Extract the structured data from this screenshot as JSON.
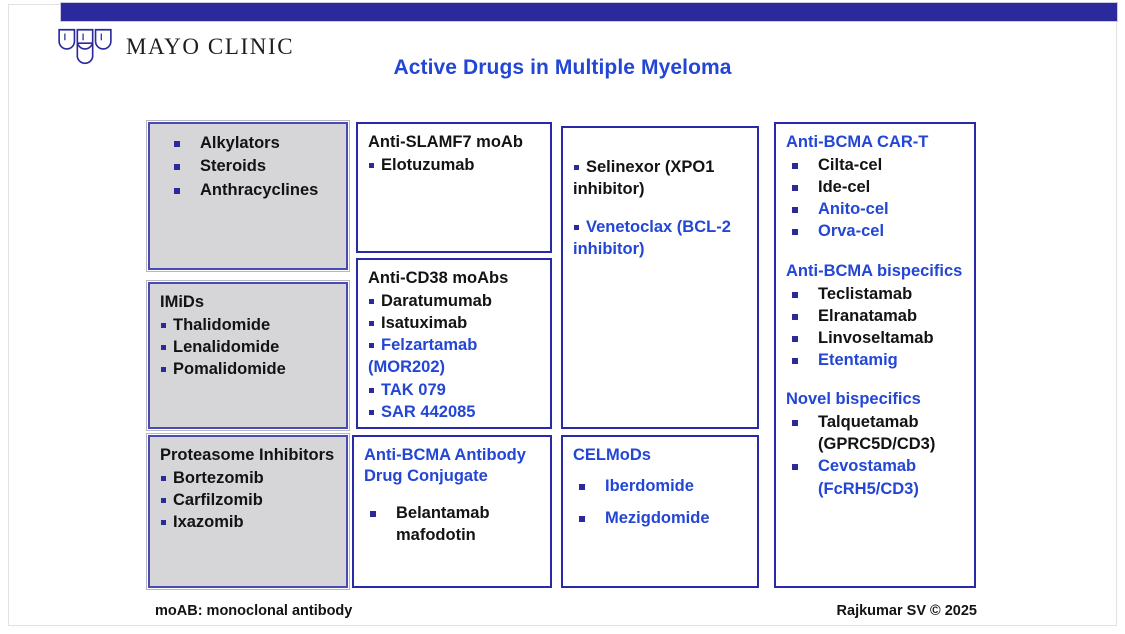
{
  "brand": {
    "logo_text": "MAYO CLINIC",
    "logo_icon": "mayo-shields-icon",
    "banner_color": "#2a2a9c"
  },
  "title": "Active Drugs in Multiple Myeloma",
  "colors": {
    "accent_blue": "#2346d4",
    "border_blue": "#2a2aa8",
    "gray_fill": "#d6d6d8",
    "text_black": "#131313"
  },
  "columns": [
    {
      "id": "column-1",
      "boxes": [
        {
          "id": "box-conventional-agents",
          "fill": "gray",
          "header": null,
          "items": [
            {
              "text": "Alkylators",
              "color": "black"
            },
            {
              "text": "Steroids",
              "color": "black"
            },
            {
              "text": "Anthracyclines",
              "color": "black"
            }
          ]
        },
        {
          "id": "box-imids",
          "fill": "gray",
          "header": {
            "text": "IMiDs",
            "color": "black"
          },
          "items": [
            {
              "text": "Thalidomide",
              "color": "black"
            },
            {
              "text": "Lenalidomide",
              "color": "black"
            },
            {
              "text": "Pomalidomide",
              "color": "black"
            }
          ]
        },
        {
          "id": "box-proteasome-inhibitors",
          "fill": "gray",
          "header": {
            "text": "Proteasome Inhibitors",
            "color": "black"
          },
          "items": [
            {
              "text": "Bortezomib",
              "color": "black"
            },
            {
              "text": "Carfilzomib",
              "color": "black"
            },
            {
              "text": "Ixazomib",
              "color": "black"
            }
          ]
        }
      ]
    },
    {
      "id": "column-2",
      "boxes": [
        {
          "id": "box-anti-slamf7-moab",
          "fill": "white",
          "header": {
            "text": "Anti-SLAMF7 moAb",
            "color": "black"
          },
          "items": [
            {
              "text": "Elotuzumab",
              "color": "black"
            }
          ]
        },
        {
          "id": "box-anti-cd38-moabs",
          "fill": "white",
          "header": {
            "text": "Anti-CD38 moAbs",
            "color": "black"
          },
          "items": [
            {
              "text": "Daratumumab",
              "color": "black"
            },
            {
              "text": "Isatuximab",
              "color": "black"
            },
            {
              "text": "Felzartamab",
              "color": "blue"
            },
            {
              "text": "(MOR202)",
              "color": "blue",
              "continuation": true
            },
            {
              "text": "TAK 079",
              "color": "blue"
            },
            {
              "text": "SAR 442085",
              "color": "blue"
            }
          ]
        },
        {
          "id": "box-anti-bcma-adc",
          "fill": "white",
          "header": {
            "text": "Anti-BCMA Antibody Drug Conjugate",
            "color": "blue"
          },
          "items": [
            {
              "text": "Belantamab",
              "color": "black"
            },
            {
              "text": "mafodotin",
              "color": "black",
              "continuation": true
            }
          ]
        }
      ]
    },
    {
      "id": "column-3",
      "boxes": [
        {
          "id": "box-other-agents",
          "fill": "white",
          "header": null,
          "items": [
            {
              "text": "Selinexor (XPO1",
              "color": "black"
            },
            {
              "text": "inhibitor)",
              "color": "black",
              "continuation": true
            },
            {
              "text": "Venetoclax  (BCL-2",
              "color": "blue",
              "spacer_before": true
            },
            {
              "text": "inhibitor)",
              "color": "blue",
              "continuation": true
            }
          ]
        },
        {
          "id": "box-celmods",
          "fill": "white",
          "header": {
            "text": "CELMoDs",
            "color": "blue"
          },
          "items": [
            {
              "text": "Iberdomide",
              "color": "blue"
            },
            {
              "text": "Mezigdomide",
              "color": "blue"
            }
          ]
        }
      ]
    },
    {
      "id": "column-4",
      "boxes": [
        {
          "id": "box-immunotherapy",
          "fill": "white",
          "sections": [
            {
              "id": "section-anti-bcma-car-t",
              "header": {
                "text": "Anti-BCMA CAR-T",
                "color": "blue"
              },
              "items": [
                {
                  "text": "Cilta-cel",
                  "color": "black"
                },
                {
                  "text": "Ide-cel",
                  "color": "black"
                },
                {
                  "text": "Anito-cel",
                  "color": "blue"
                },
                {
                  "text": "Orva-cel",
                  "color": "blue"
                }
              ]
            },
            {
              "id": "section-anti-bcma-bispecifics",
              "header": {
                "text": "Anti-BCMA bispecifics",
                "color": "blue"
              },
              "items": [
                {
                  "text": "Teclistamab",
                  "color": "black"
                },
                {
                  "text": "Elranatamab",
                  "color": "black"
                },
                {
                  "text": "Linvoseltamab",
                  "color": "black"
                },
                {
                  "text": "Etentamig",
                  "color": "blue"
                }
              ]
            },
            {
              "id": "section-novel-bispecifics",
              "header": {
                "text": "Novel bispecifics",
                "color": "blue"
              },
              "items": [
                {
                  "text": "Talquetamab",
                  "color": "black"
                },
                {
                  "text": "(GPRC5D/CD3)",
                  "color": "black",
                  "continuation": true
                },
                {
                  "text": "Cevostamab",
                  "color": "blue"
                },
                {
                  "text": "(FcRH5/CD3)",
                  "color": "blue",
                  "continuation": true
                }
              ]
            }
          ]
        }
      ]
    }
  ],
  "footer": {
    "left": "moAB: monoclonal antibody",
    "right": "Rajkumar SV © 2025"
  }
}
